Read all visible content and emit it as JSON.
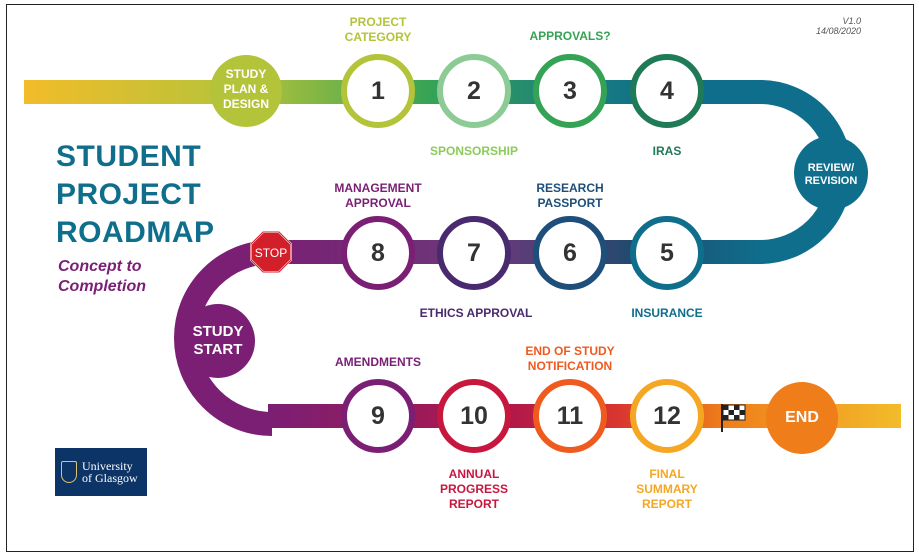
{
  "version": {
    "number": "V1.0",
    "date": "14/08/2020"
  },
  "title": {
    "line1": "STUDENT",
    "line2": "PROJECT",
    "line3": "ROADMAP"
  },
  "subtitle": {
    "line1": "Concept to",
    "line2": "Completion"
  },
  "logo": {
    "line1": "University",
    "line2": "of Glasgow"
  },
  "colors": {
    "yellow": "#f2bc2a",
    "lime": "#b3c33a",
    "green": "#35a356",
    "teal": "#0f6e8c",
    "purple": "#7a1f74",
    "red": "#c8173f",
    "orange": "#ef7d1a",
    "amber": "#f5a623"
  },
  "badges": {
    "study_plan": [
      "STUDY",
      "PLAN &",
      "DESIGN"
    ],
    "review": [
      "REVIEW/",
      "REVISION"
    ],
    "study_start": [
      "STUDY",
      "START"
    ],
    "stop": "STOP",
    "end": "END"
  },
  "steps": [
    {
      "number": "1",
      "label": [
        "PROJECT",
        "CATEGORY"
      ]
    },
    {
      "number": "2",
      "label": [
        "SPONSORSHIP"
      ]
    },
    {
      "number": "3",
      "label": [
        "APPROVALS?"
      ]
    },
    {
      "number": "4",
      "label": [
        "IRAS"
      ]
    },
    {
      "number": "5",
      "label": [
        "INSURANCE"
      ]
    },
    {
      "number": "6",
      "label": [
        "RESEARCH",
        "PASSPORT"
      ]
    },
    {
      "number": "7",
      "label": [
        "ETHICS APPROVAL"
      ]
    },
    {
      "number": "8",
      "label": [
        "MANAGEMENT",
        "APPROVAL"
      ]
    },
    {
      "number": "9",
      "label": [
        "AMENDMENTS"
      ]
    },
    {
      "number": "10",
      "label": [
        "ANNUAL",
        "PROGRESS",
        "REPORT"
      ]
    },
    {
      "number": "11",
      "label": [
        "END OF STUDY",
        "NOTIFICATION"
      ]
    },
    {
      "number": "12",
      "label": [
        "FINAL",
        "SUMMARY",
        "REPORT"
      ]
    }
  ]
}
